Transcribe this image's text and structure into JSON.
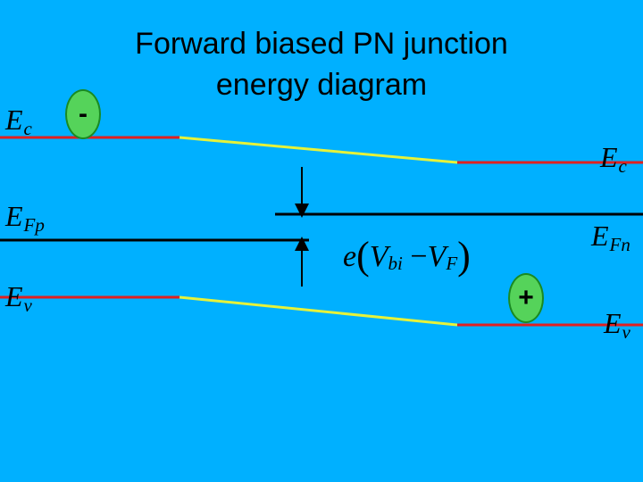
{
  "title": {
    "line1": "Forward biased PN junction",
    "line2": "energy diagram"
  },
  "labels": {
    "ec_left": {
      "main": "E",
      "sub": "c"
    },
    "efp": {
      "main": "E",
      "sub": "Fp"
    },
    "ev_left": {
      "main": "E",
      "sub": "v"
    },
    "ec_right": {
      "main": "E",
      "sub": "c"
    },
    "efn": {
      "main": "E",
      "sub": "Fn"
    },
    "ev_right": {
      "main": "E",
      "sub": "v"
    }
  },
  "carriers": {
    "electron": "-",
    "hole": "+"
  },
  "barrier_label": {
    "e": "e",
    "open": "(",
    "vbi_main": "V",
    "vbi_sub": "bi",
    "minus": " −",
    "vf_main": "V",
    "vf_sub": "F",
    "close": ")"
  },
  "colors": {
    "background": "#00b0ff",
    "band_edge": "#e02020",
    "depletion_band": "#e6f23a",
    "fermi_level": "#000000",
    "carrier_fill": "#55d35a"
  }
}
